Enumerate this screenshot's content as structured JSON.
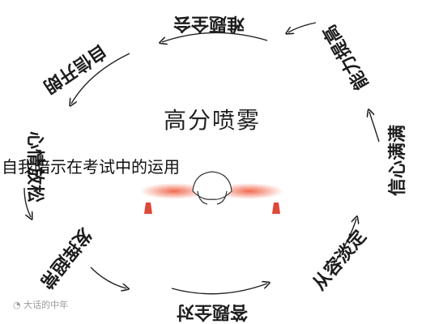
{
  "center_text": "高分喷雾",
  "overlay_caption": "自我暗示在考试中的运用",
  "cycle_labels": {
    "top": "难题全会",
    "top_right": "能力提高",
    "right": "信心满满",
    "bottom_right": "从容淡定",
    "bottom": "答题全对",
    "bottom_left": "发挥超常",
    "left": "心情放松",
    "top_left": "自信开朗"
  },
  "watermark": "◔ 大话的中年"
}
